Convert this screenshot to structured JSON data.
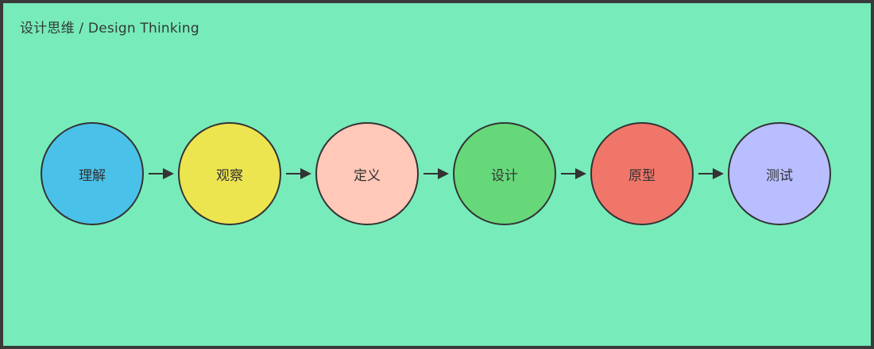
{
  "title": "设计思维 / Design Thinking",
  "steps": [
    {
      "label": "理解",
      "color": "#4ac1e9"
    },
    {
      "label": "观察",
      "color": "#ede54f"
    },
    {
      "label": "定义",
      "color": "#ffc8b8"
    },
    {
      "label": "设计",
      "color": "#66d879"
    },
    {
      "label": "原型",
      "color": "#f0766a"
    },
    {
      "label": "测试",
      "color": "#b8beff"
    }
  ],
  "stroke_color": "#333333",
  "background_color": "#78ebbb"
}
